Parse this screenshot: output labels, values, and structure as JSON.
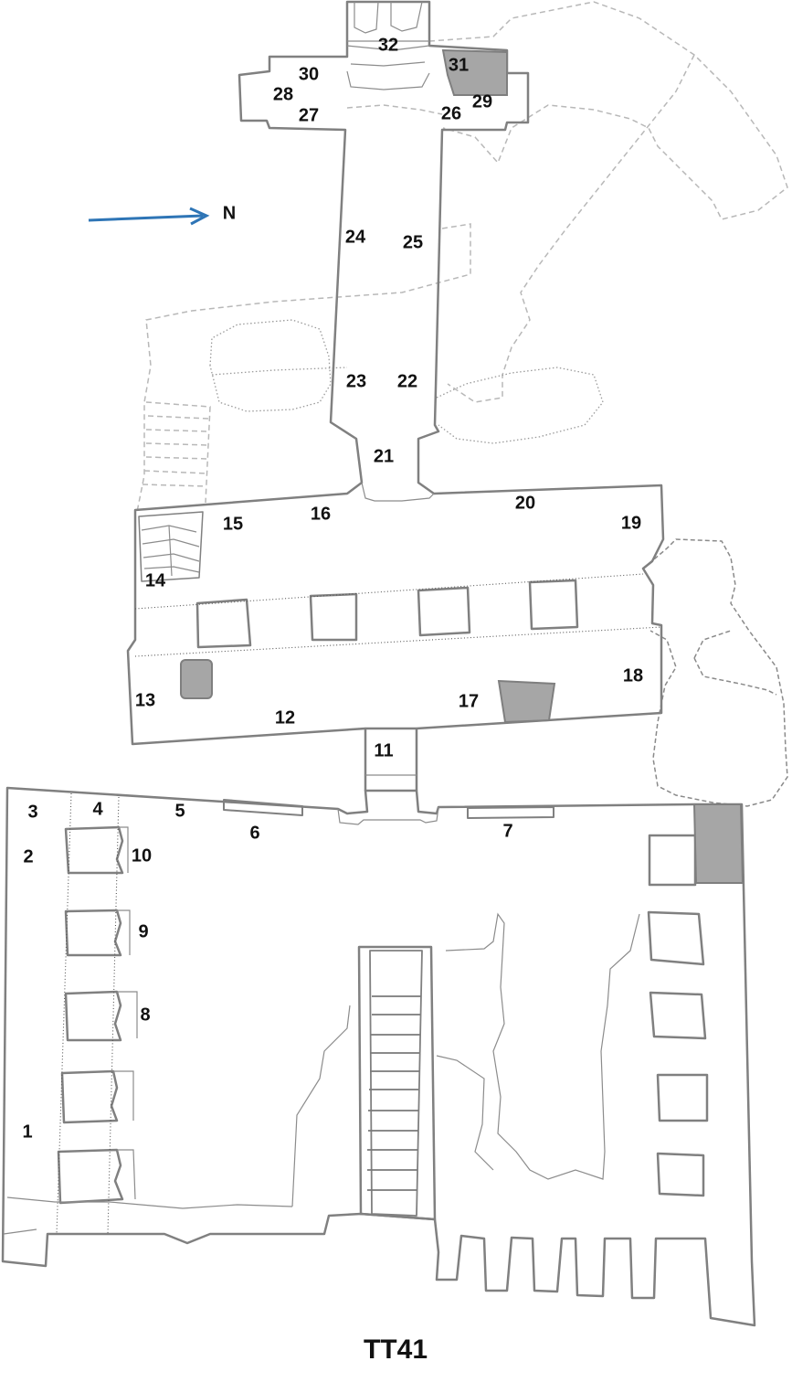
{
  "title": "TT41",
  "compass": {
    "label": "N",
    "arrow_color": "#2e75b6"
  },
  "colors": {
    "wall": "#808080",
    "shaded": "#a6a6a6"
  },
  "labels": {
    "l1": "1",
    "l2": "2",
    "l3": "3",
    "l4": "4",
    "l5": "5",
    "l6": "6",
    "l7": "7",
    "l8": "8",
    "l9": "9",
    "l10": "10",
    "l11": "11",
    "l12": "12",
    "l13": "13",
    "l14": "14",
    "l15": "15",
    "l16": "16",
    "l17": "17",
    "l18": "18",
    "l19": "19",
    "l20": "20",
    "l21": "21",
    "l22": "22",
    "l23": "23",
    "l24": "24",
    "l25": "25",
    "l26": "26",
    "l27": "27",
    "l28": "28",
    "l29": "29",
    "l30": "30",
    "l31": "31",
    "l32": "32"
  }
}
